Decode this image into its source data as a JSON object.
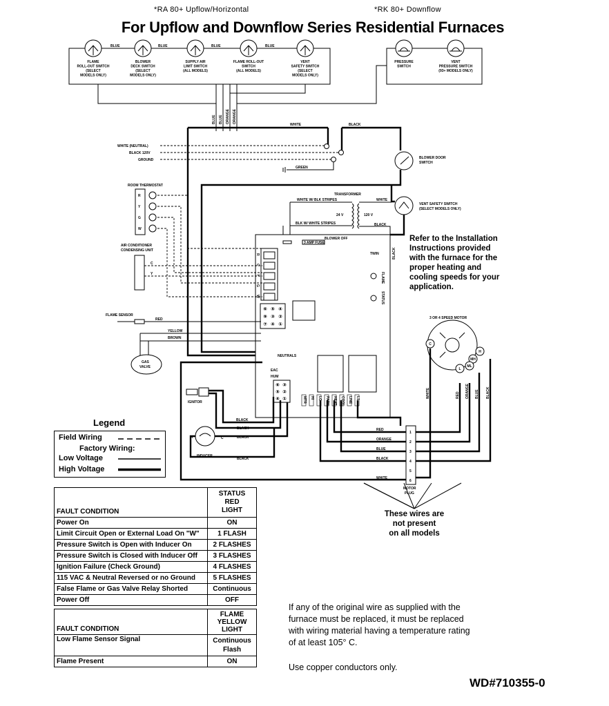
{
  "header": {
    "left_model": "*RA  80+  Upflow/Horizontal",
    "right_model": "*RK  80+  Downflow",
    "title": "For Upflow and Downflow Series Residential Furnaces"
  },
  "switches_top": [
    {
      "lines": [
        "FLAME",
        "ROLL-OUT SWITCH",
        "(SELECT",
        "MODELS ONLY)"
      ]
    },
    {
      "lines": [
        "BLOWER",
        "DECK SWITCH",
        "(SELECT",
        "MODELS ONLY)"
      ]
    },
    {
      "lines": [
        "SUPPLY AIR",
        "LIMIT SWITCH",
        "(ALL MODELS)"
      ]
    },
    {
      "lines": [
        "FLAME ROLL-OUT",
        "SWITCH",
        "(ALL MODELS)"
      ]
    },
    {
      "lines": [
        "VENT",
        "SAFETY SWITCH",
        "(SELECT",
        "MODELS ONLY)"
      ]
    }
  ],
  "pressure_switches": [
    {
      "lines": [
        "PRESSURE",
        "SWITCH"
      ]
    },
    {
      "lines": [
        "VENT",
        "PRESSURE SWITCH",
        "(93+ MODELS ONLY)"
      ]
    }
  ],
  "labels": {
    "blue": "BLUE",
    "orange": "ORANGE",
    "white": "WHITE",
    "black": "BLACK",
    "green": "GREEN",
    "red": "RED",
    "yellow": "YELLOW",
    "brown": "BROWN",
    "white_neutral": "WHITE (NEUTRAL)",
    "black_120v": "BLACK 120V",
    "ground": "GROUND",
    "blower_door_switch": [
      "BLOWER DOOR",
      "SWITCH"
    ],
    "vent_safety_switch": [
      "VENT SAFETY SWITCH",
      "(SELECT MODELS ONLY)"
    ],
    "room_thermostat": "ROOM THERMOSTAT",
    "thermostat_terminals": [
      "R",
      "Y",
      "G",
      "W"
    ],
    "ac_unit": [
      "AIR CONDITIONER",
      "CONDENSING UNIT"
    ],
    "ac_terminals": [
      "C",
      "Y"
    ],
    "transformer": "TRANSFORMER",
    "white_blk_stripes": "WHITE W/ BLK STRIPES",
    "blk_white_stripes": "BLK W/ WHITE STRIPES",
    "v24": "24 V",
    "v120": "120 V",
    "flame_sensor": "FLAME SENSOR",
    "gas_valve": [
      "GAS",
      "VALVE"
    ],
    "neutrals": "NEUTRALS",
    "eac": "EAC",
    "hum": "HUM",
    "ignitor": "IGNITOR",
    "inducer": "INDUCER",
    "motor": "3 OR 4 SPEED MOTOR",
    "motor_plug": [
      "MOTOR",
      "PLUG"
    ],
    "flame": "FLAME",
    "status": "STATUS",
    "twin": "TWIN",
    "blower_off": "BLOWER OFF",
    "fuse": "3 AMP FUSE",
    "board_terminals": [
      "R",
      "C",
      "Y",
      "G",
      "W"
    ],
    "motor_terminals": [
      "C",
      "H",
      "MH",
      "ML",
      "L"
    ],
    "plug_pins": [
      "1",
      "2",
      "3",
      "4",
      "5",
      "6"
    ],
    "plug_wires": [
      "RED",
      "ORANGE",
      "BLUE",
      "BLACK",
      "",
      "WHITE"
    ],
    "speed_taps": [
      "MTR",
      "HI",
      "LO",
      "PARK",
      "HEAT",
      "COOL",
      "LINE",
      "L1"
    ],
    "connector_a": [
      "⑥",
      "⑤",
      "④",
      "⑨",
      "③",
      "②",
      "⑦",
      "④",
      "①"
    ],
    "motor_side_wires": [
      "WHITE",
      "RED",
      "ORANGE",
      "BLUE",
      "BLACK"
    ]
  },
  "notes": {
    "refer": [
      "Refer to the Installation",
      "Instructions provided",
      "with the furnace for the",
      "proper heating and",
      "cooling speeds for your",
      "application."
    ],
    "not_present": [
      "These wires are",
      "not present",
      "on all models"
    ],
    "replace": [
      "If any of the original wire as supplied with the",
      "furnace must be replaced, it must be replaced",
      "with wiring material having a temperature rating",
      "of at least 105° C."
    ],
    "copper": "Use copper conductors only.",
    "wd": "WD#710355-0"
  },
  "legend": {
    "title": "Legend",
    "field": "Field Wiring",
    "factory": "Factory Wiring:",
    "low": "Low Voltage",
    "high": "High Voltage"
  },
  "fault_table": {
    "head_left": "FAULT CONDITION",
    "head_right": [
      "STATUS",
      "RED",
      "LIGHT"
    ],
    "rows": [
      {
        "condition": "Power On",
        "status": "ON"
      },
      {
        "condition": "Limit Circuit Open or External Load On \"W\"",
        "status": "1 FLASH"
      },
      {
        "condition": "Pressure Switch is Open with Inducer On",
        "status": "2 FLASHES"
      },
      {
        "condition": "Pressure Switch is Closed with Inducer Off",
        "status": "3 FLASHES"
      },
      {
        "condition": "Ignition Failure (Check Ground)",
        "status": "4 FLASHES"
      },
      {
        "condition": "115 VAC & Neutral Reversed or  no Ground",
        "status": "5 FLASHES"
      },
      {
        "condition": "False Flame or Gas Valve Relay Shorted",
        "status": "Continuous"
      },
      {
        "condition": "Power Off",
        "status": "OFF"
      }
    ]
  },
  "flame_table": {
    "head_left": "FAULT CONDITION",
    "head_right": [
      "FLAME",
      "YELLOW",
      "LIGHT"
    ],
    "rows": [
      {
        "condition": "Low Flame Sensor Signal",
        "status": [
          "Continuous",
          "Flash"
        ]
      },
      {
        "condition": "Flame Present",
        "status": [
          "ON"
        ]
      }
    ]
  }
}
